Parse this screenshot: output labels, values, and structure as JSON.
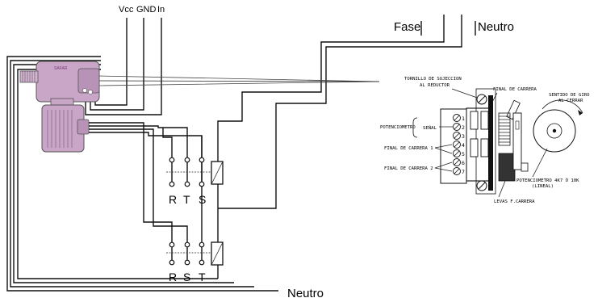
{
  "top_labels": {
    "vcc": "Vcc",
    "gnd": "GND",
    "in": "In",
    "fase": "Fase",
    "neutro": "Neutro"
  },
  "bottom_label": {
    "neutro": "Neutro"
  },
  "motor": {
    "brand": "SAFAR",
    "body_color": "#c9a5c8",
    "outline_color": "#555555"
  },
  "contactor_top": {
    "terminals": [
      "R",
      "T",
      "S"
    ]
  },
  "contactor_bottom": {
    "terminals": [
      "R",
      "S",
      "T"
    ]
  },
  "detail": {
    "tornillo_line1": "TORNILLO DE SUJECCION",
    "tornillo_line2": "AL REDUCTOR",
    "final_de_carrera": "FINAL DE CARRERA",
    "sentido_line1": "SENTIDO DE GIRO",
    "sentido_line2": "AL CERRAR",
    "potenciometro": "POTENCIOMETRO",
    "senal": "SEÑAL",
    "final_carrera_1": "FINAL DE CARRERA 1",
    "final_carrera_2": "FINAL DE CARRERA 2",
    "pot_spec_line1": "POTENCIOMETRO 4K7 Ó 10K",
    "pot_spec_line2": "(LINEAL)",
    "levas": "LEVAS F.CARRERA",
    "terminal_numbers": [
      "1",
      "2",
      "3",
      "4",
      "5",
      "6",
      "7"
    ]
  }
}
